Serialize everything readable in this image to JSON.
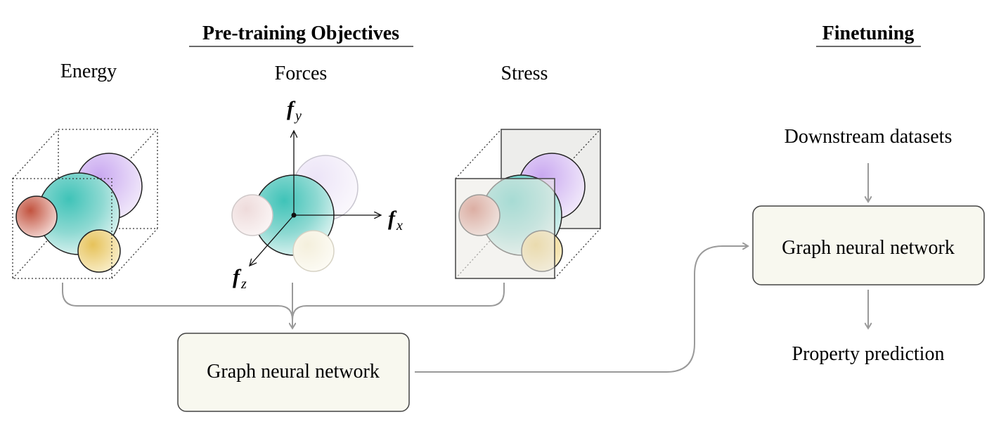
{
  "headings": {
    "pretraining": "Pre-training Objectives",
    "finetuning": "Finetuning"
  },
  "objectives": {
    "energy": "Energy",
    "forces": "Forces",
    "stress": "Stress"
  },
  "force_axes": {
    "fy_symbol": "f",
    "fy_sub": "y",
    "fx_symbol": "f",
    "fx_sub": "x",
    "fz_symbol": "f",
    "fz_sub": "z"
  },
  "pretrain_box": {
    "label": "Graph neural network"
  },
  "finetune": {
    "input": "Downstream datasets",
    "box_label": "Graph neural network",
    "output": "Property prediction"
  },
  "colors": {
    "teal": "#6fd1ca",
    "purple": "#d8c0f2",
    "red": "#c9665a",
    "yellow": "#ecd486",
    "box_fill": "#f8f8ef",
    "arrow": "#9a9a9a",
    "stress_face": "#ededeb"
  }
}
